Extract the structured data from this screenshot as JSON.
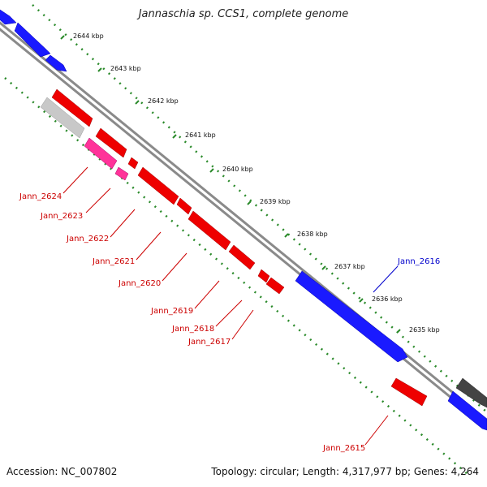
{
  "title": "Jannaschia sp. CCS1, complete genome",
  "footer": {
    "accession": "Accession: NC_007802",
    "stats": "Topology: circular; Length: 4,317,977 bp; Genes: 4,264"
  },
  "colors": {
    "forward": "#1a1aff",
    "reverse": "#ee0000",
    "pink": "#ff3399",
    "gray": "#c0c0c0",
    "darkgray": "#555555",
    "dots": "#2a8a2a",
    "backbone": "#8a8a8a"
  },
  "ticks": [
    {
      "label": "2644 kbp"
    },
    {
      "label": "2643 kbp"
    },
    {
      "label": "2642 kbp"
    },
    {
      "label": "2641 kbp"
    },
    {
      "label": "2640 kbp"
    },
    {
      "label": "2639 kbp"
    },
    {
      "label": "2638 kbp"
    },
    {
      "label": "2637 kbp"
    },
    {
      "label": "2636 kbp"
    },
    {
      "label": "2635 kbp"
    }
  ],
  "gene_labels": [
    {
      "name": "Jann_2624",
      "color": "#cc0000"
    },
    {
      "name": "Jann_2623",
      "color": "#cc0000"
    },
    {
      "name": "Jann_2622",
      "color": "#cc0000"
    },
    {
      "name": "Jann_2621",
      "color": "#cc0000"
    },
    {
      "name": "Jann_2620",
      "color": "#cc0000"
    },
    {
      "name": "Jann_2619",
      "color": "#cc0000"
    },
    {
      "name": "Jann_2618",
      "color": "#cc0000"
    },
    {
      "name": "Jann_2617",
      "color": "#cc0000"
    },
    {
      "name": "Jann_2615",
      "color": "#cc0000"
    },
    {
      "name": "Jann_2616",
      "color": "#0000cc"
    }
  ]
}
